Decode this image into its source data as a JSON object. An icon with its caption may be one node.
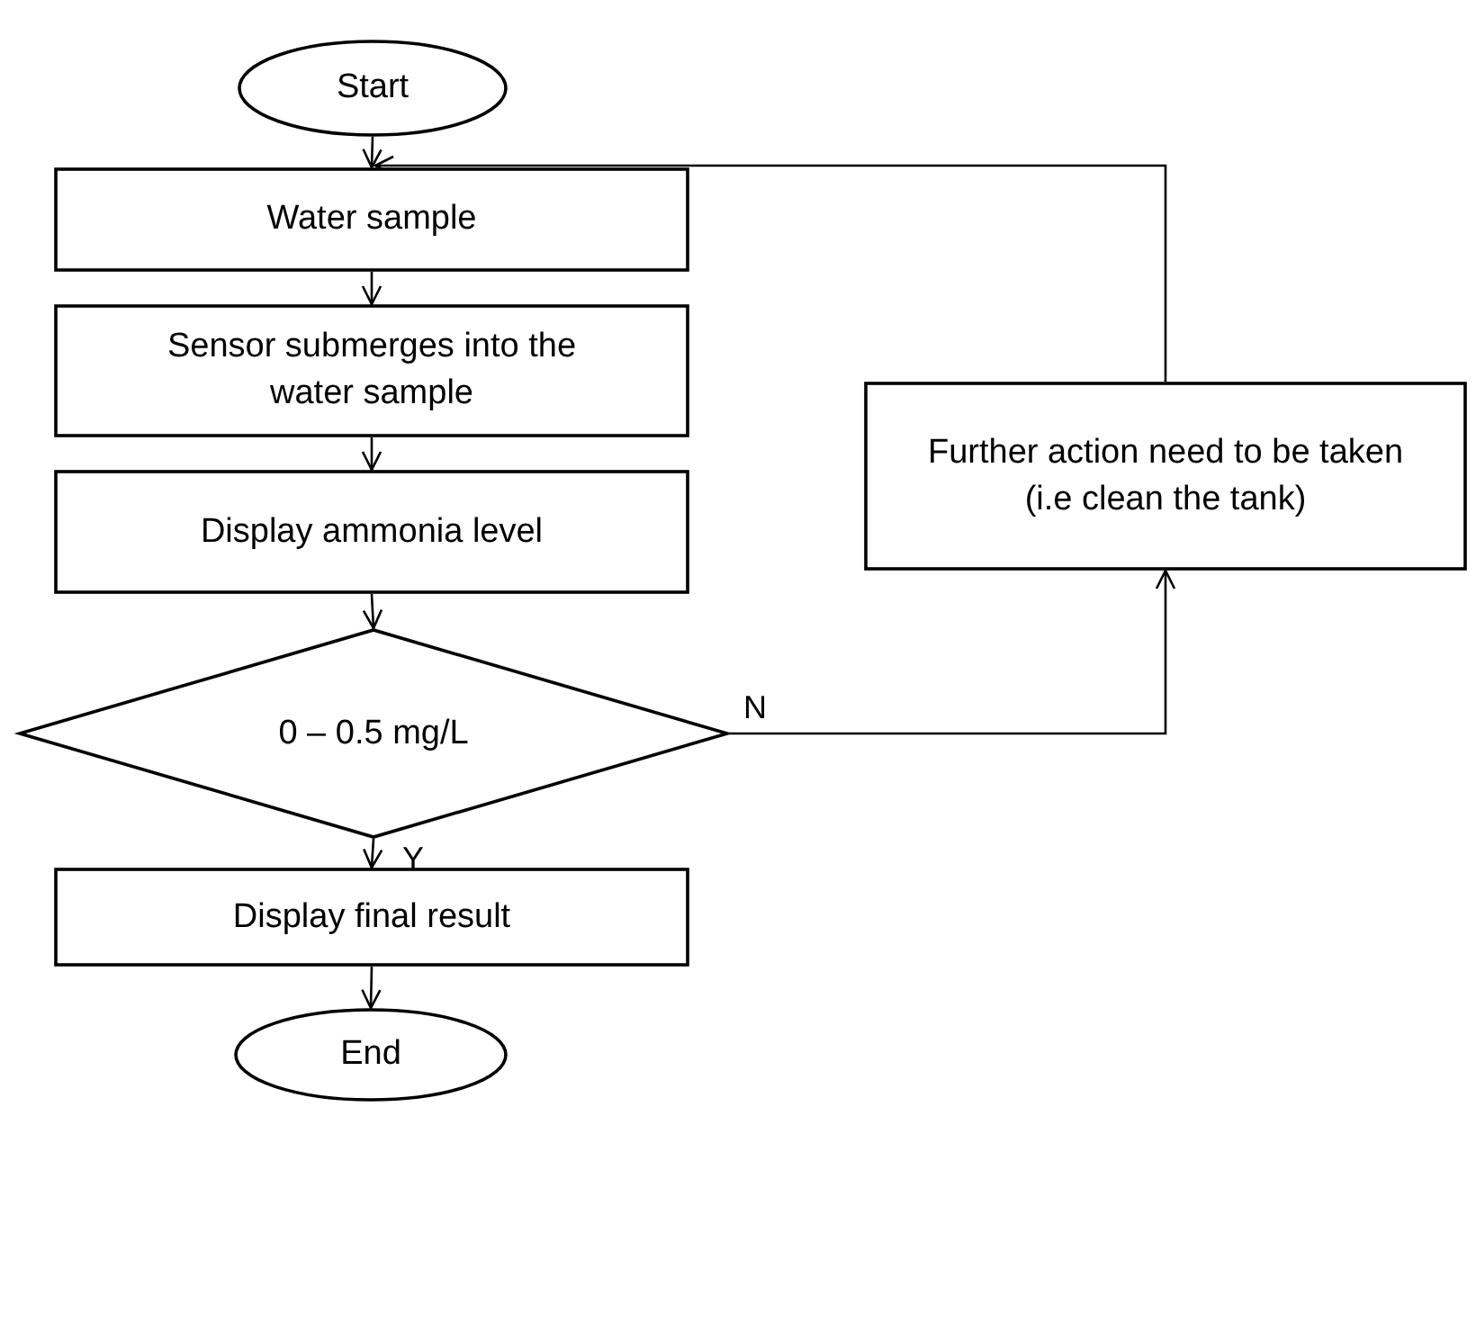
{
  "diagram": {
    "nodes": [
      {
        "text": [
          "Start"
        ]
      },
      {
        "text": [
          "Water sample"
        ]
      },
      {
        "text": [
          "Sensor submerges into the water sample"
        ]
      },
      {
        "text": [
          "Display ammonia level"
        ]
      },
      {
        "text": [
          "0 – 0.5 mg/L"
        ]
      },
      {
        "text": [
          "Display final result"
        ]
      },
      {
        "text": [
          "End"
        ]
      },
      {
        "text": [
          "Further action need to be taken (i.e clean the tank)"
        ]
      }
    ],
    "edges": [
      {
        "from": 0,
        "to": 1,
        "arrow": "to"
      },
      {
        "from": 1,
        "to": 2,
        "arrow": "to"
      },
      {
        "from": 2,
        "to": 3,
        "arrow": "to"
      },
      {
        "from": 3,
        "to": 4,
        "arrow": "to"
      },
      {
        "from": 4,
        "to": 5,
        "arrow": "to",
        "label": "Y"
      },
      {
        "from": 5,
        "to": 6,
        "arrow": "to"
      },
      {
        "from": 4,
        "to": 7,
        "arrow": "to",
        "label": "N"
      },
      {
        "from": 7,
        "to": 1,
        "arrow": "to"
      }
    ]
  }
}
